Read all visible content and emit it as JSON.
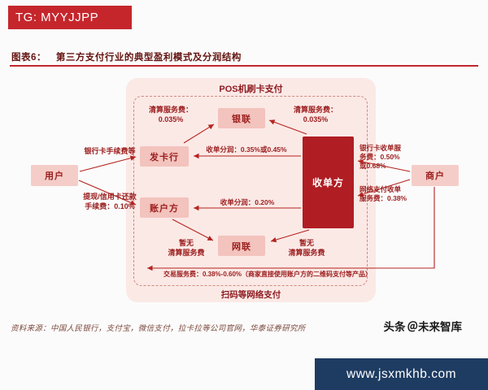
{
  "banner": {
    "text": "TG: MYYJJPP"
  },
  "title": {
    "prefix": "图表6：",
    "text": "第三方支付行业的典型盈利模式及分润结构"
  },
  "diagram": {
    "pos_label": "POS机刷卡支付",
    "scan_label": "扫码等网络支付",
    "nodes": {
      "user": "用户",
      "issuer": "发卡行",
      "unionpay": "银联",
      "account": "账户方",
      "netsunion": "网联",
      "acquirer": "收单方",
      "merchant": "商户"
    },
    "labels": {
      "clearing_fee_left": {
        "line1": "清算服务费：",
        "line2": "0.035%"
      },
      "clearing_fee_right": {
        "line1": "清算服务费：",
        "line2": "0.035%"
      },
      "acquiring_share_issuer": "收单分润：0.35%或0.45%",
      "bank_card_fee": "银行卡手续费等",
      "withdraw_fee": {
        "line1": "提现/信用卡还款",
        "line2": "手续费：0.10%"
      },
      "acquiring_share_account": "收单分润：0.20%",
      "no_clearing_left": {
        "line1": "暂无",
        "line2": "清算服务费"
      },
      "no_clearing_right": {
        "line1": "暂无",
        "line2": "清算服务费"
      },
      "merchant_card_fee": {
        "line1": "银行卡收单服",
        "line2": "务费：0.50%",
        "line3": "或0.68%"
      },
      "merchant_net_fee": {
        "line1": "网络支付收单",
        "line2": "服务费：0.38%"
      },
      "transaction_fee": "交易服务费：0.38%-0.60%（商家直接使用账户方的二维码支付等产品）"
    }
  },
  "footer": {
    "source": "资料来源：中国人民银行，支付宝，微信支付，拉卡拉等公司官网，华泰证券研究所",
    "watermark_bold": "头条",
    "watermark_rest": "＠未来智库",
    "site": "www.jsxmkhb.com"
  },
  "colors": {
    "accent_red": "#c0272d",
    "dark_red": "#9b1d1d",
    "panel_pink": "#fbe9e6",
    "node_pink": "#f3c3bd",
    "acquirer_red": "#b01d23",
    "navy": "#1e3c62"
  }
}
